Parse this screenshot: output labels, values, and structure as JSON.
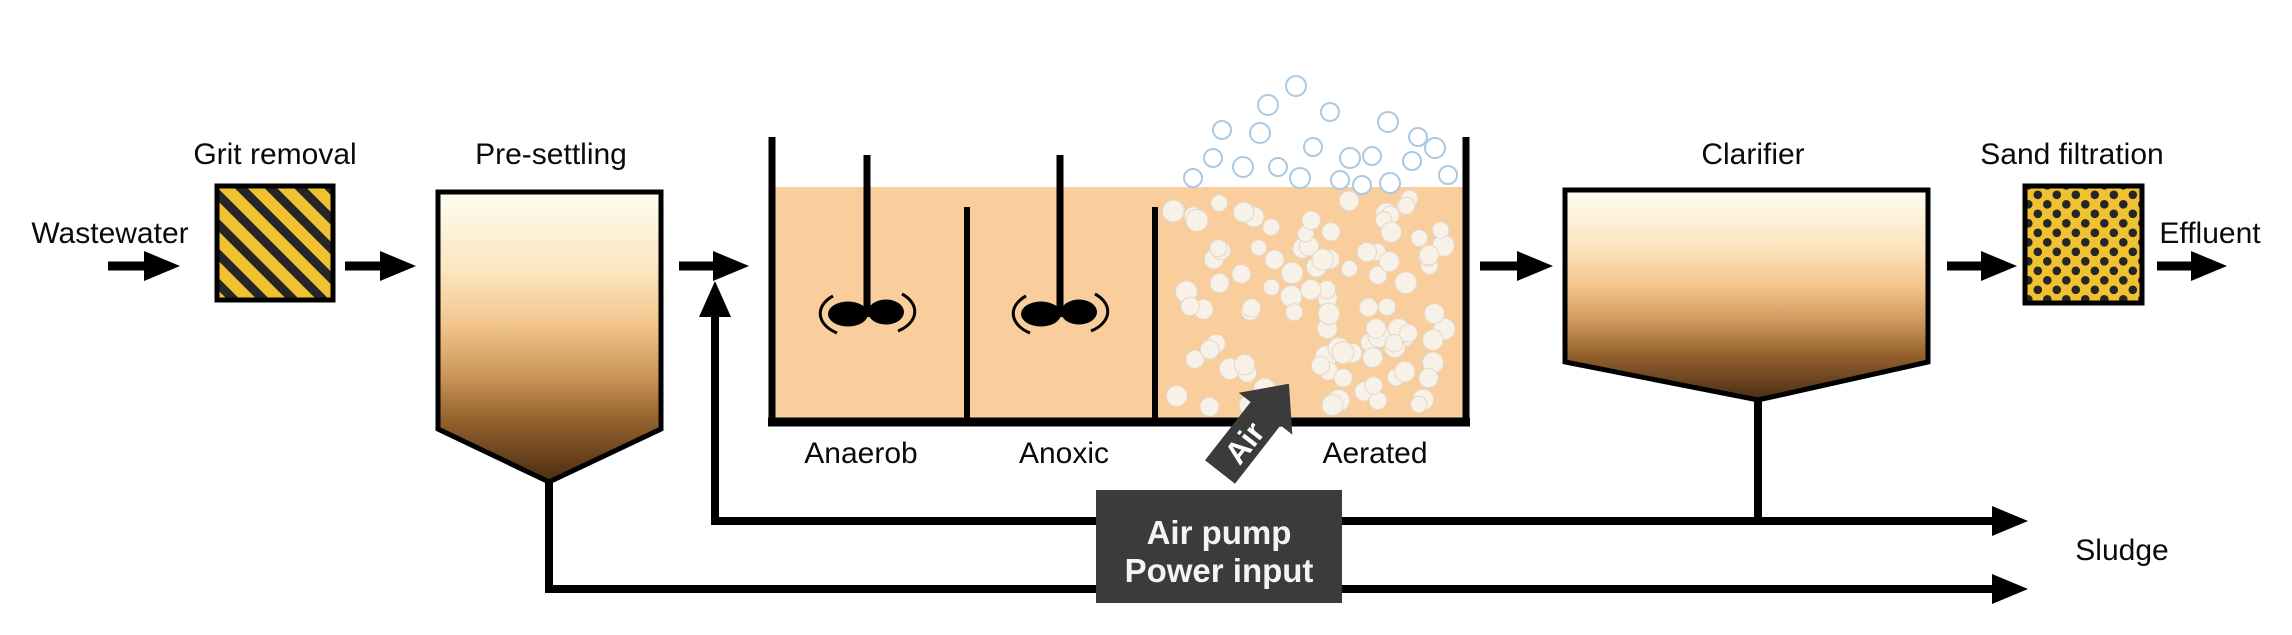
{
  "diagram": {
    "flow_labels": {
      "wastewater": "Wastewater",
      "effluent": "Effluent",
      "sludge": "Sludge",
      "air": "Air"
    },
    "units": {
      "grit_removal": "Grit removal",
      "pre_settling": "Pre-settling",
      "clarifier": "Clarifier",
      "sand_filtration": "Sand filtration",
      "air_pump_line1": "Air pump",
      "air_pump_line2": "Power input"
    },
    "bioreactor_zones": {
      "anaerob": "Anaerob",
      "anoxic": "Anoxic",
      "aerated": "Aerated"
    },
    "colors": {
      "liquid_peach": "#F9CD9C",
      "warning_yellow": "#F0C130",
      "stripe_black": "#262626",
      "dark_gray_box": "#3B3B3B",
      "bubble_cream": "#F8F1E8",
      "bubble_ring_blue": "#A9C9E4",
      "tank_gradient_top": "#FFFEF2",
      "tank_gradient_bottom": "#4A2D12",
      "line_black": "#000000"
    }
  }
}
